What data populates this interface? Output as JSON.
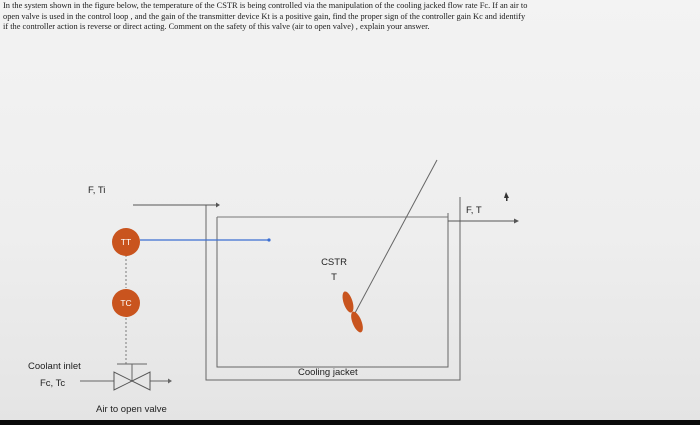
{
  "question": {
    "line1": "In the system shown in the figure below, the temperature of the CSTR is being controlled via the manipulation of the cooling jacked flow rate Fc.  If an air to",
    "line2": "open valve is used in the control loop , and the gain of the transmitter device Kt is a positive gain,  find the proper sign of the controller gain Kc and identify",
    "line3": "if the controller action is reverse or direct acting.  Comment on the safety of this valve (air to open valve) , explain your answer."
  },
  "diagram": {
    "inlet_label": "F, Ti",
    "outlet_label": "F, T",
    "tt_label": "TT",
    "tc_label": "TC",
    "cstr_label": "CSTR",
    "cstr_temp_label": "T",
    "jacket_label": "Cooling jacket",
    "coolant_label": "Coolant inlet",
    "coolant_vars": "Fc, Tc",
    "valve_label": "Air to open valve",
    "colors": {
      "controller": "#c9541e",
      "signal_line": "#3c6fd1",
      "impeller": "#c8541e",
      "lines": "#555555"
    }
  }
}
